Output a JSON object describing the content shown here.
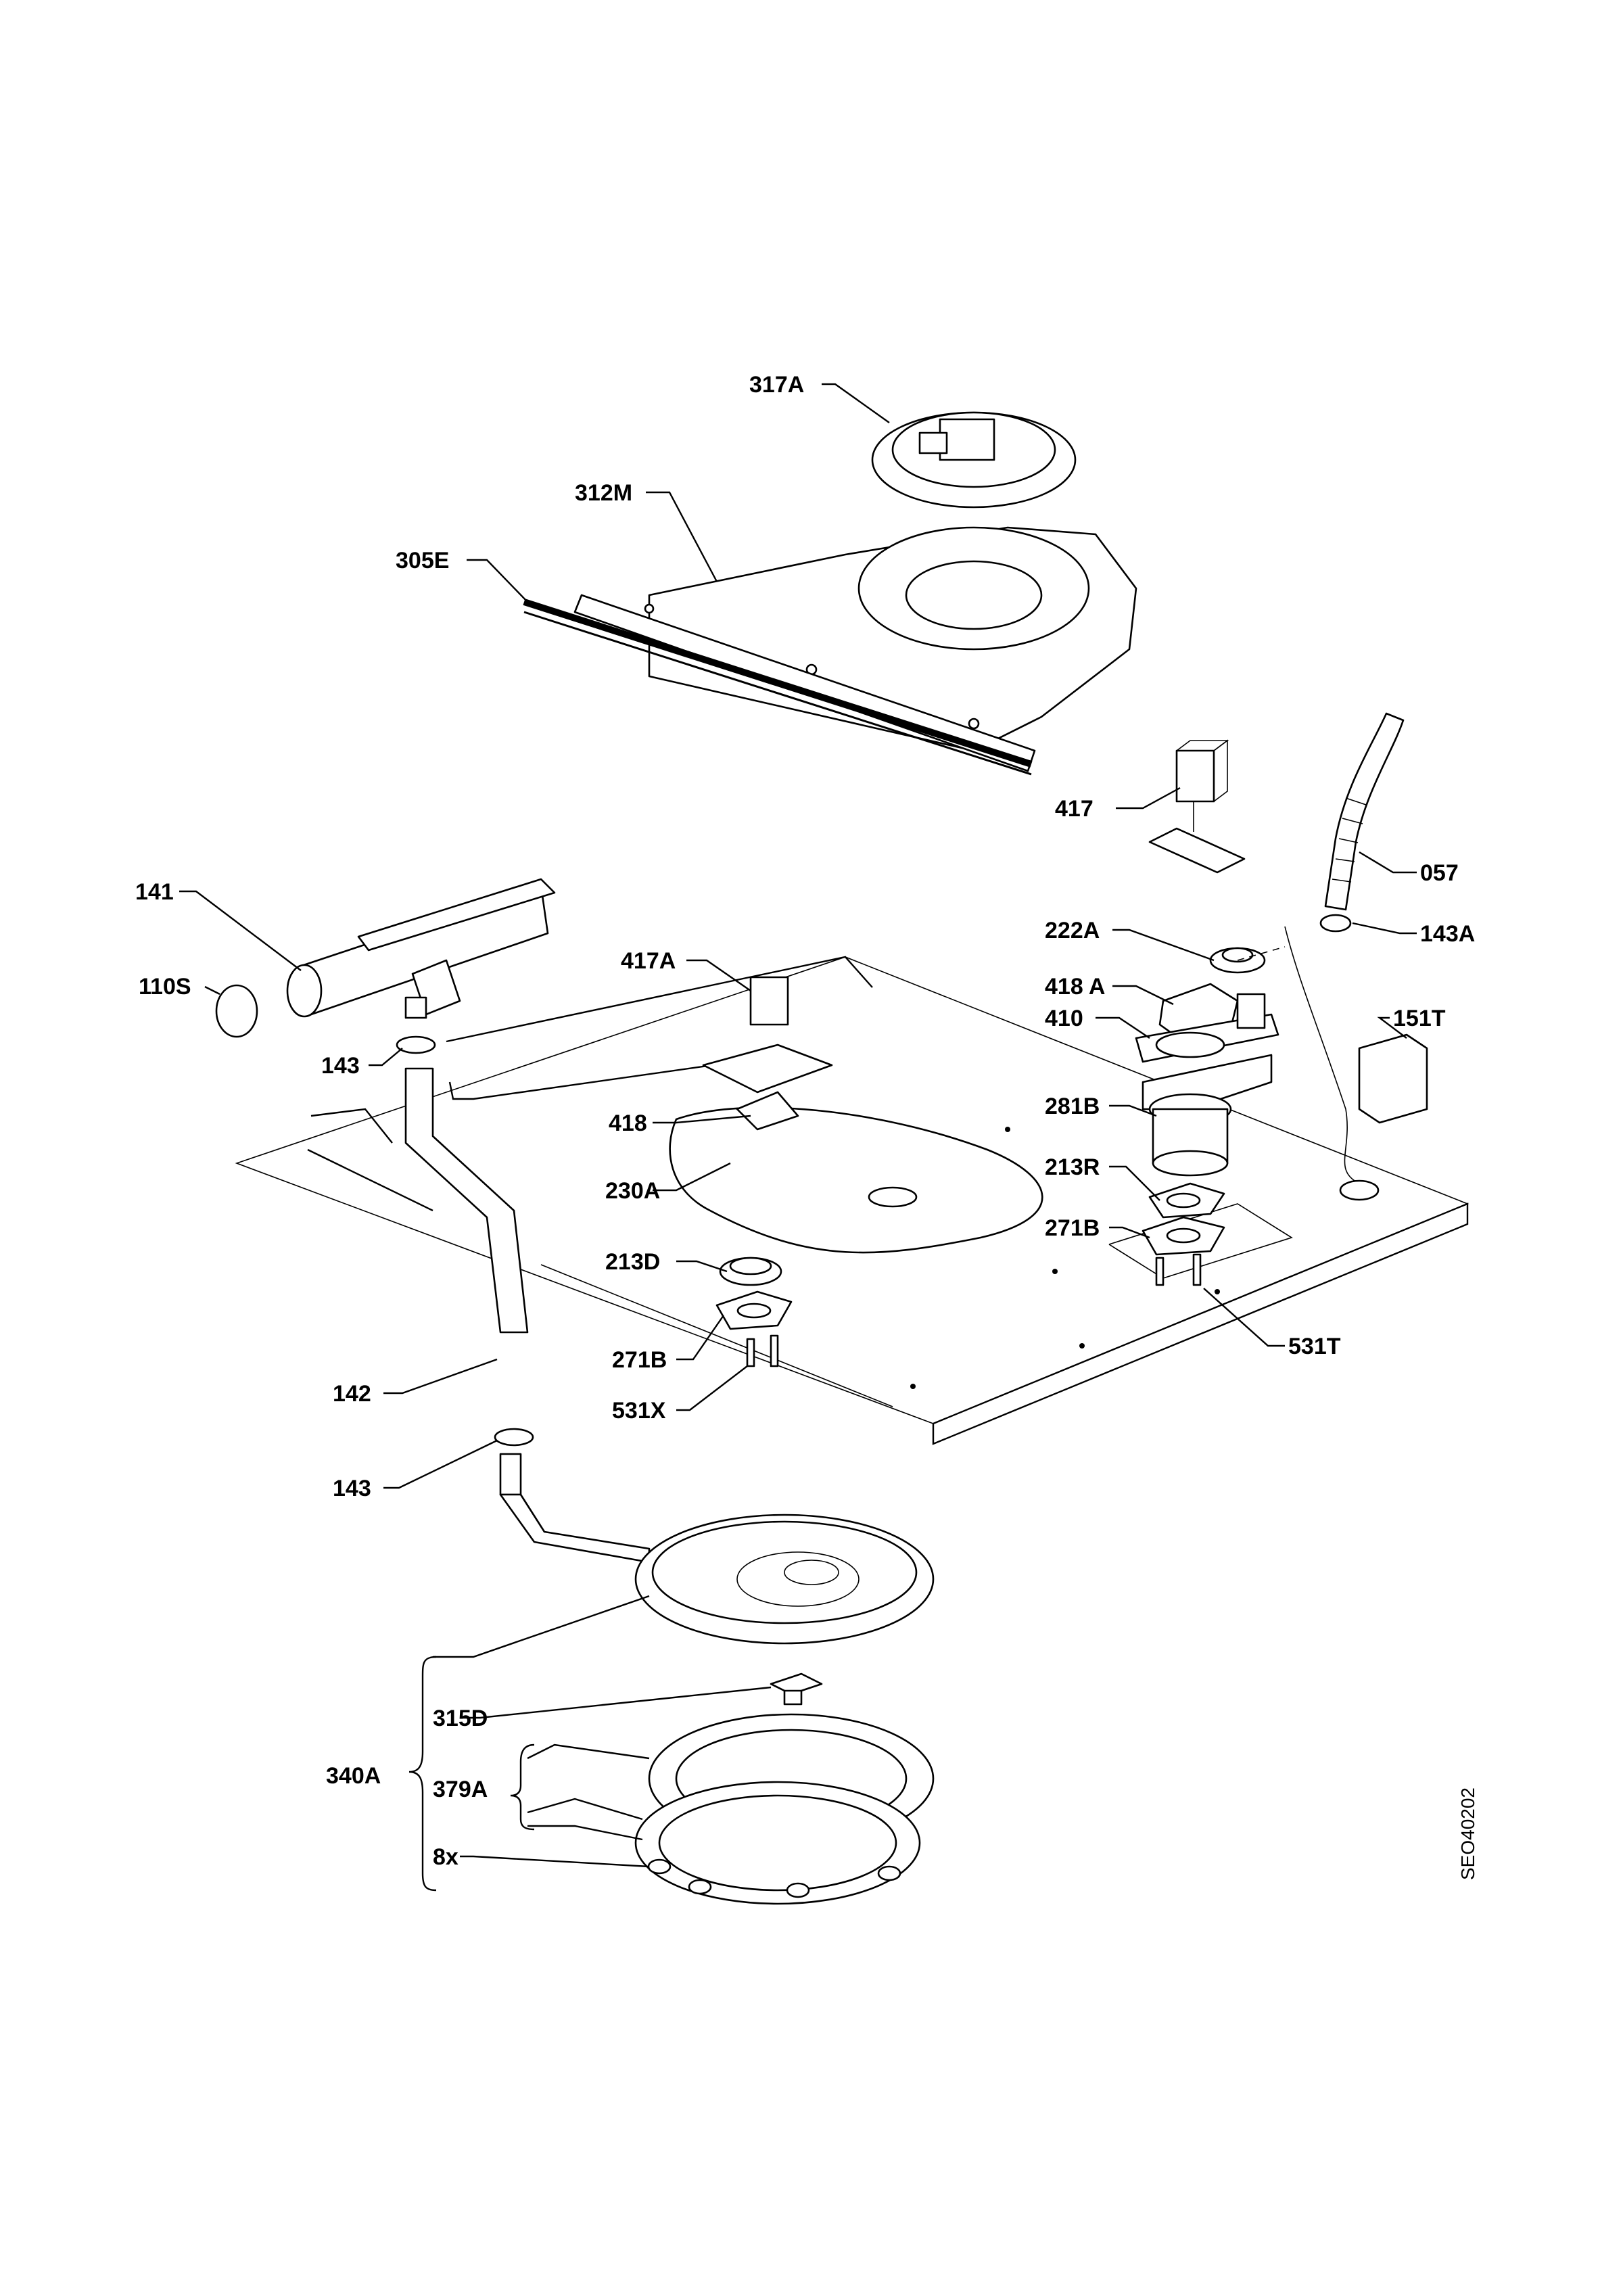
{
  "diagram_code": "SEO40202",
  "labels": {
    "l317A": "317A",
    "l312M": "312M",
    "l305E": "305E",
    "l417": "417",
    "l057": "057",
    "l141": "141",
    "l110S": "110S",
    "l143_top": "143",
    "l417A": "417A",
    "l222A": "222A",
    "l143A": "143A",
    "l418A": "418 A",
    "l410": "410",
    "l151T": "151T",
    "l418": "418",
    "l281B_right": "281B",
    "l230A": "230A",
    "l213R": "213R",
    "l271B_right": "271B",
    "l213D": "213D",
    "l271B_left": "271B",
    "l531X": "531X",
    "l531T": "531T",
    "l142": "142",
    "l143_bottom": "143",
    "l315D": "315D",
    "l340A": "340A",
    "l379A": "379A",
    "l8x": "8x"
  }
}
